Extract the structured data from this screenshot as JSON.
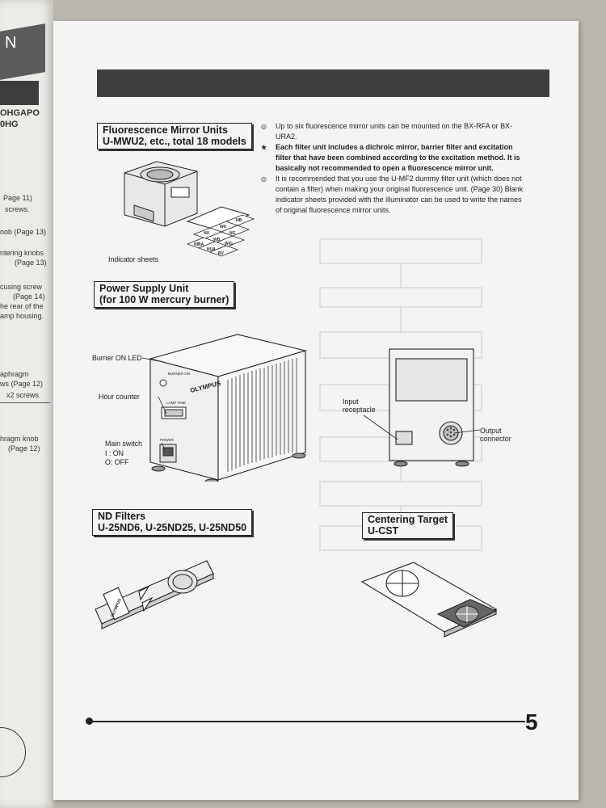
{
  "left_page": {
    "tab_char": "N",
    "fragments": [
      {
        "text": "OHGAPO",
        "bold": true
      },
      {
        "text": "0HG",
        "bold": true
      },
      {
        "text": "Page 11)",
        "bold": false
      },
      {
        "text": "screws.",
        "bold": false
      },
      {
        "text": "nob (Page 13)",
        "bold": false
      },
      {
        "text": "ntering knobs",
        "bold": false
      },
      {
        "text": "(Page 13)",
        "bold": false
      },
      {
        "text": "cusing screw",
        "bold": false
      },
      {
        "text": "(Page 14)",
        "bold": false
      },
      {
        "text": "he rear of the",
        "bold": false
      },
      {
        "text": "amp housing.",
        "bold": false
      },
      {
        "text": "aphragm",
        "bold": false
      },
      {
        "text": "ws (Page 12)",
        "bold": false
      },
      {
        "text": "x2 screws.",
        "bold": false
      },
      {
        "text": "hragm knob",
        "bold": false
      },
      {
        "text": "(Page 12)",
        "bold": false
      }
    ]
  },
  "sections": {
    "mirror_units": {
      "title_line1": "Fluorescence Mirror Units",
      "title_line2": "U-MWU2, etc., total 18 models"
    },
    "power_supply": {
      "title_line1": "Power Supply Unit",
      "title_line2": "(for 100 W mercury burner)"
    },
    "nd_filters": {
      "title_line1": "ND Filters",
      "title_line2": "U-25ND6, U-25ND25, U-25ND50"
    },
    "centering_target": {
      "title_line1": "Centering Target",
      "title_line2": "U-CST"
    }
  },
  "notes": [
    {
      "bullet": "◎",
      "text": "Up to six fluorescence mirror units can be mounted on the BX-RFA or BX-URA2.",
      "bold": false
    },
    {
      "bullet": "★",
      "text": "Each filter unit includes a dichroic mirror, barrier filter and excitation filter that have been combined according to the excitation method. It is basically not recommended to open a fluorescence mirror unit.",
      "bold": true
    },
    {
      "bullet": "◎",
      "text": "It is recommended that you use the U-MF2 dummy filter unit (which does not contain a filter) when making your original fluorescence unit. (Page 30) Blank indicator sheets provided with the illuminator can be used to write the names of original fluorescence mirror units.",
      "bold": false
    }
  ],
  "callouts": {
    "indicator_sheets": "Indicator sheets",
    "burner_on_led": "Burner ON LED",
    "hour_counter": "Hour counter",
    "main_switch": "Main switch",
    "switch_on": "I : ON",
    "switch_off": "O: OFF",
    "input_receptacle": "Input\nreceptacle",
    "output_connector": "Output\nconnector"
  },
  "illustration_text": {
    "brand": "OLYMPUS",
    "burner_on": "BURNER ON",
    "lamp_time": "LAMP TIME",
    "power": "POWER",
    "sheet_labels": [
      "NU",
      "WU",
      "NB",
      "WB",
      "NG",
      "WIG",
      "NIBA",
      "NUA",
      "BV"
    ],
    "nd_label": "OLYMPUS"
  },
  "footer": {
    "page_number": "5"
  }
}
